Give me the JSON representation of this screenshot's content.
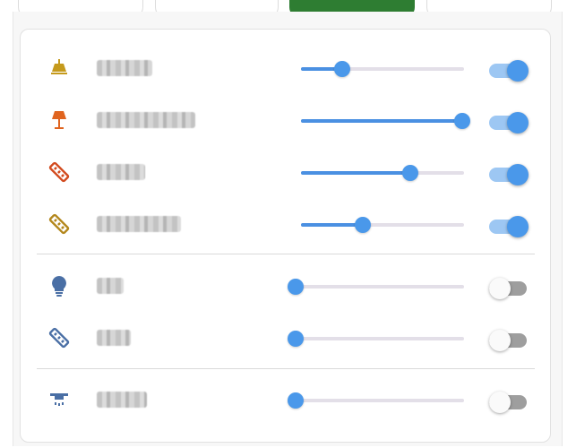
{
  "groups": [
    {
      "name": "",
      "devices": [
        {
          "name": "",
          "icon": "ceiling-lamp-icon",
          "icon_color": "#c59a1c",
          "brightness": 0.25,
          "on": true
        },
        {
          "name": "",
          "icon": "floor-lamp-icon",
          "icon_color": "#e0641f",
          "brightness": 0.99,
          "on": true
        },
        {
          "name": "",
          "icon": "led-strip-icon",
          "icon_color": "#d24a1e",
          "brightness": 0.67,
          "on": true
        },
        {
          "name": "",
          "icon": "led-strip-icon",
          "icon_color": "#b3871c",
          "brightness": 0.38,
          "on": true
        }
      ]
    },
    {
      "name": "",
      "devices": [
        {
          "name": "",
          "icon": "bulb-icon",
          "icon_color": "#4a6fa5",
          "brightness": 0.0,
          "on": false
        },
        {
          "name": "",
          "icon": "led-strip-icon",
          "icon_color": "#4a6fa5",
          "brightness": 0.0,
          "on": false
        }
      ]
    },
    {
      "name": "",
      "devices": [
        {
          "name": "",
          "icon": "ceiling-spot-icon",
          "icon_color": "#4a6fa5",
          "brightness": 0.0,
          "on": false
        }
      ]
    }
  ],
  "colors": {
    "accent": "#4a98ea",
    "switch_on_track": "#9dc7f3",
    "switch_off_track": "#9e9e9e",
    "active_tab": "#2e7d32"
  }
}
